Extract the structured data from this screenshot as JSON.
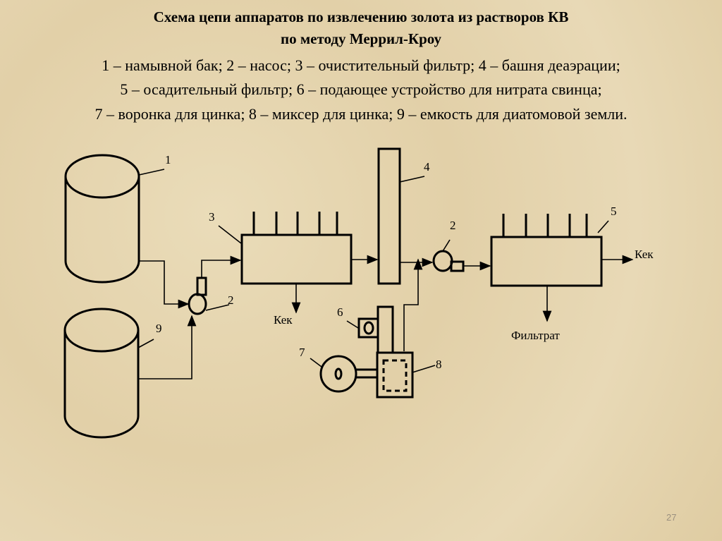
{
  "title": {
    "line1": "Схема цепи аппаратов по извлечению золота из растворов КВ",
    "line2": "по методу Меррил-Кроу"
  },
  "legend": [
    "1 – намывной бак; 2 – насос; 3 – очистительный фильтр; 4 – башня деаэрации;",
    "5 – осадительный фильтр; 6 – подающее устройство для нитрата свинца;",
    "7 – воронка для цинка; 8 – миксер для цинка; 9 – емкость для диатомовой земли."
  ],
  "diagram": {
    "labels": {
      "n1": "1",
      "n2a": "2",
      "n2b": "2",
      "n3": "3",
      "n4": "4",
      "n5": "5",
      "n6": "6",
      "n7": "7",
      "n8": "8",
      "n9": "9"
    },
    "outputs": {
      "cake1": "Кек",
      "cake2": "Кек",
      "filtrate": "Фильтрат"
    }
  },
  "page_number": "27"
}
